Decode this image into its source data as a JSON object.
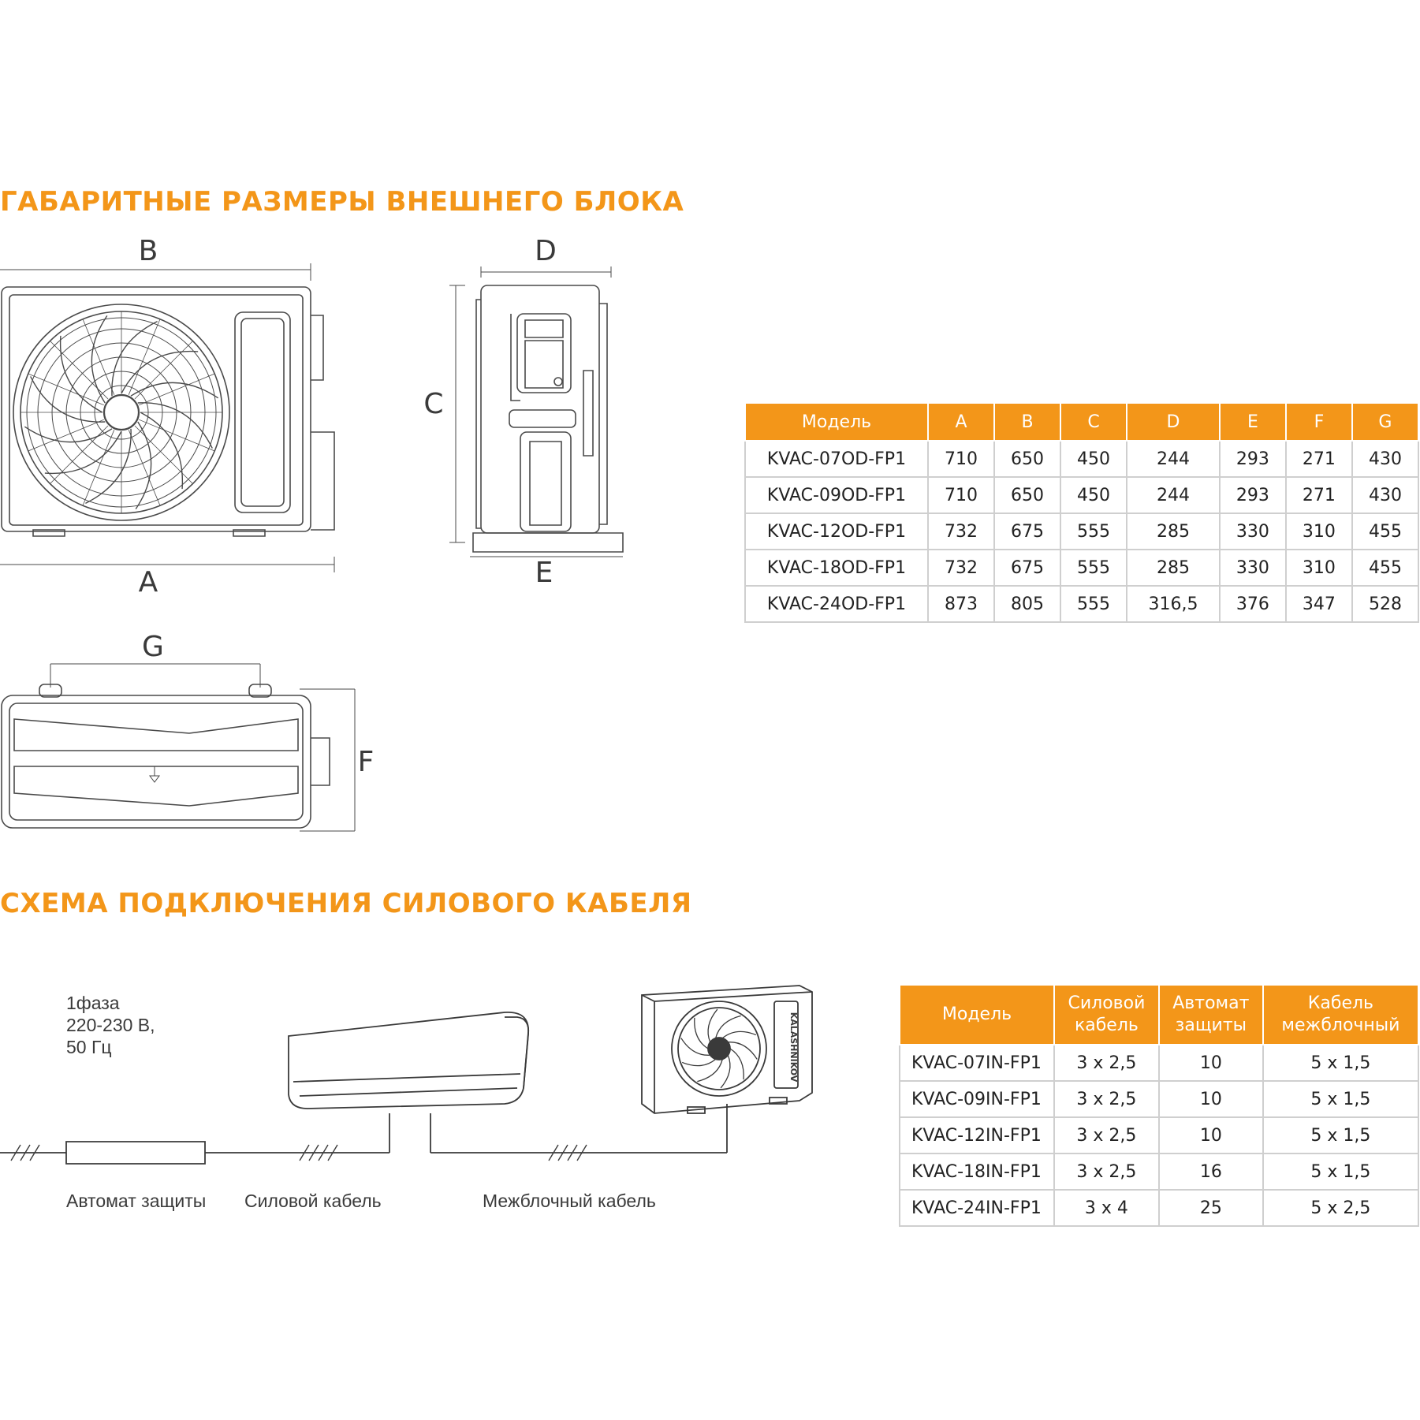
{
  "headings": {
    "dimensions": "ГАБАРИТНЫЕ РАЗМЕРЫ ВНЕШНЕГО БЛОКА",
    "wiring": "СХЕМА ПОДКЛЮЧЕНИЯ СИЛОВОГО КАБЕЛЯ"
  },
  "dimension_labels": {
    "a": "A",
    "b": "B",
    "c": "C",
    "d": "D",
    "e": "E",
    "f": "F",
    "g": "G"
  },
  "dimensions_table": {
    "headers": [
      "Модель",
      "A",
      "B",
      "C",
      "D",
      "E",
      "F",
      "G"
    ],
    "rows": [
      [
        "KVAC-07OD-FP1",
        "710",
        "650",
        "450",
        "244",
        "293",
        "271",
        "430"
      ],
      [
        "KVAC-09OD-FP1",
        "710",
        "650",
        "450",
        "244",
        "293",
        "271",
        "430"
      ],
      [
        "KVAC-12OD-FP1",
        "732",
        "675",
        "555",
        "285",
        "330",
        "310",
        "455"
      ],
      [
        "KVAC-18OD-FP1",
        "732",
        "675",
        "555",
        "285",
        "330",
        "310",
        "455"
      ],
      [
        "KVAC-24OD-FP1",
        "873",
        "805",
        "555",
        "316,5",
        "376",
        "347",
        "528"
      ]
    ]
  },
  "wiring": {
    "phase_lines": [
      "1фаза",
      "220-230 В,",
      "50 Гц"
    ],
    "label_breaker": "Автомат защиты",
    "label_power_cable": "Силовой кабель",
    "label_interunit_cable": "Межблочный кабель",
    "brand": "KALASHNIKOV"
  },
  "cable_table": {
    "headers": [
      [
        "Модель"
      ],
      [
        "Силовой",
        "кабель"
      ],
      [
        "Автомат",
        "защиты"
      ],
      [
        "Кабель",
        "межблочный"
      ]
    ],
    "rows": [
      [
        "KVAC-07IN-FP1",
        "3 x 2,5",
        "10",
        "5 x 1,5"
      ],
      [
        "KVAC-09IN-FP1",
        "3 x 2,5",
        "10",
        "5 x 1,5"
      ],
      [
        "KVAC-12IN-FP1",
        "3 x 2,5",
        "10",
        "5 x 1,5"
      ],
      [
        "KVAC-18IN-FP1",
        "3 x 2,5",
        "16",
        "5 x 1,5"
      ],
      [
        "KVAC-24IN-FP1",
        "3 x 4",
        "25",
        "5 x 2,5"
      ]
    ]
  },
  "colors": {
    "accent": "#f39619",
    "line": "#3a3a3a",
    "grid": "#cfcfcf"
  }
}
